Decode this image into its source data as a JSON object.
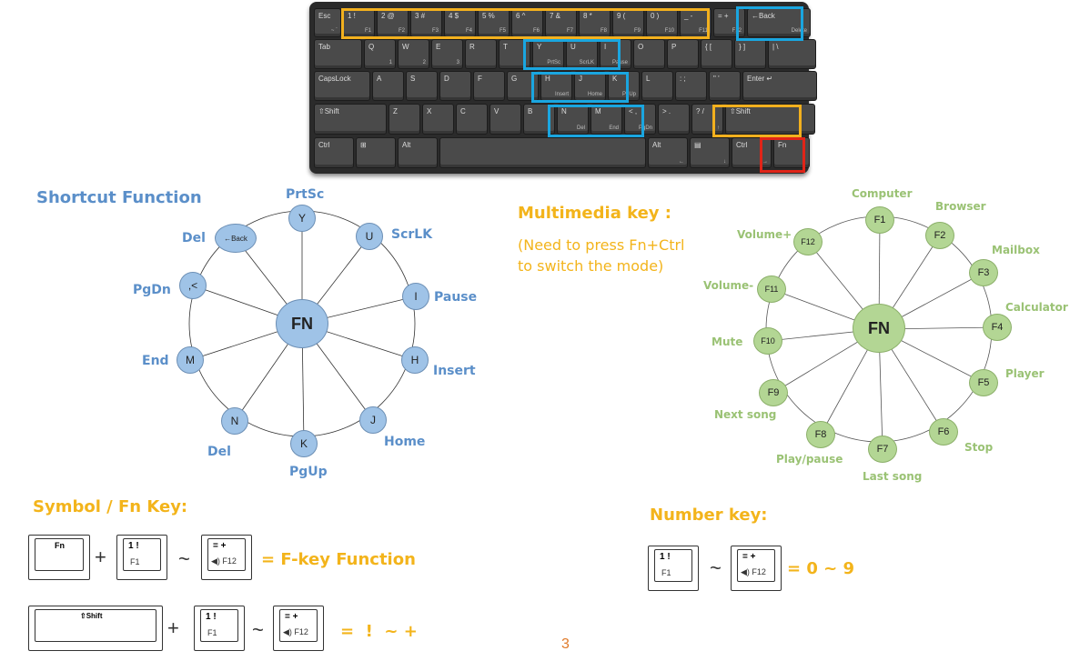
{
  "keyboard": {
    "row1": [
      {
        "top": "Esc",
        "bottom": "~ `"
      },
      {
        "top": "1 !",
        "bottom": "F1"
      },
      {
        "top": "2 @",
        "bottom": "F2"
      },
      {
        "top": "3 #",
        "bottom": "F3"
      },
      {
        "top": "4 $",
        "bottom": "F4"
      },
      {
        "top": "5 %",
        "bottom": "F5"
      },
      {
        "top": "6 ^",
        "bottom": "F6"
      },
      {
        "top": "7 &",
        "bottom": "F7"
      },
      {
        "top": "8 *",
        "bottom": "F8"
      },
      {
        "top": "9 (",
        "bottom": "F9"
      },
      {
        "top": "0 )",
        "bottom": "F10"
      },
      {
        "top": "_ -",
        "bottom": "F11"
      },
      {
        "top": "= +",
        "bottom": "F12"
      },
      {
        "top": "←Back",
        "bottom": "Delete"
      }
    ],
    "row2": [
      {
        "top": "Tab",
        "bottom": ""
      },
      {
        "top": "Q",
        "bottom": "1"
      },
      {
        "top": "W",
        "bottom": "2"
      },
      {
        "top": "E",
        "bottom": "3"
      },
      {
        "top": "R",
        "bottom": ""
      },
      {
        "top": "T",
        "bottom": ""
      },
      {
        "top": "Y",
        "bottom": "PrtSc"
      },
      {
        "top": "U",
        "bottom": "ScrLK"
      },
      {
        "top": "I",
        "bottom": "Pause"
      },
      {
        "top": "O",
        "bottom": ""
      },
      {
        "top": "P",
        "bottom": ""
      },
      {
        "top": "{ [",
        "bottom": ""
      },
      {
        "top": "} ]",
        "bottom": ""
      },
      {
        "top": "| \\",
        "bottom": ""
      }
    ],
    "row3": [
      {
        "top": "CapsLock",
        "bottom": ""
      },
      {
        "top": "A",
        "bottom": ""
      },
      {
        "top": "S",
        "bottom": ""
      },
      {
        "top": "D",
        "bottom": ""
      },
      {
        "top": "F",
        "bottom": ""
      },
      {
        "top": "G",
        "bottom": ""
      },
      {
        "top": "H",
        "bottom": "Insert"
      },
      {
        "top": "J",
        "bottom": "Home"
      },
      {
        "top": "K",
        "bottom": "PgUp"
      },
      {
        "top": "L",
        "bottom": ""
      },
      {
        "top": ": ;",
        "bottom": ""
      },
      {
        "top": "\" '",
        "bottom": ""
      },
      {
        "top": "Enter ↵",
        "bottom": ""
      }
    ],
    "row4": [
      {
        "top": "⇧Shift",
        "bottom": ""
      },
      {
        "top": "Z",
        "bottom": ""
      },
      {
        "top": "X",
        "bottom": ""
      },
      {
        "top": "C",
        "bottom": ""
      },
      {
        "top": "V",
        "bottom": ""
      },
      {
        "top": "B",
        "bottom": ""
      },
      {
        "top": "N",
        "bottom": "Del"
      },
      {
        "top": "M",
        "bottom": "End"
      },
      {
        "top": "< ,",
        "bottom": "PgDn"
      },
      {
        "top": "> .",
        "bottom": ""
      },
      {
        "top": "? /",
        "bottom": "↑"
      },
      {
        "top": "⇧Shift",
        "bottom": ""
      }
    ],
    "row5": [
      {
        "top": "Ctrl",
        "bottom": ""
      },
      {
        "top": "⊞",
        "bottom": ""
      },
      {
        "top": "Alt",
        "bottom": ""
      },
      {
        "top": "",
        "bottom": ""
      },
      {
        "top": "Alt",
        "bottom": "←"
      },
      {
        "top": "▤",
        "bottom": "↓"
      },
      {
        "top": "Ctrl",
        "bottom": "→"
      },
      {
        "top": "Fn",
        "bottom": ""
      }
    ]
  },
  "shortcut": {
    "title": "Shortcut Function",
    "center": "FN",
    "nodes": [
      "Y",
      "U",
      "I",
      "H",
      "J",
      "K",
      "N",
      "M",
      ",<",
      "←Back"
    ],
    "labels": [
      "PrtSc",
      "ScrLK",
      "Pause",
      "Insert",
      "Home",
      "PgUp",
      "Del",
      "End",
      "PgDn",
      "Del"
    ]
  },
  "multimedia": {
    "title": "Multimedia key :",
    "note_line1": "(Need to press Fn+Ctrl",
    "note_line2": "to switch the mode)",
    "center": "FN",
    "nodes": [
      "F1",
      "F2",
      "F3",
      "F4",
      "F5",
      "F6",
      "F7",
      "F8",
      "F9",
      "F10",
      "F11",
      "F12"
    ],
    "labels": [
      "Computer",
      "Browser",
      "Mailbox",
      "Calculator",
      "Player",
      "Stop",
      "Last song",
      "Play/pause",
      "Next song",
      "Mute",
      "Volume-",
      "Volume+"
    ]
  },
  "symbol": {
    "title": "Symbol / Fn Key:",
    "fn_key": "Fn",
    "shift_key": "⇧Shift",
    "key1_top": "1 !",
    "key1_bottom": "F1",
    "key12_top": "= +",
    "key12_bottom": "◀) F12",
    "plus": "+",
    "tilde": "~",
    "result1": "= F-key Function",
    "result2": "=  !  ~ +"
  },
  "number": {
    "title": "Number key:",
    "result": "= 0 ~ 9"
  },
  "page_number": "3",
  "colors": {
    "blue_label": "#5b8fc9",
    "orange": "#f3b41b",
    "green_label": "#9ac274",
    "highlight_blue": "#1aa6e0",
    "highlight_orange": "#f2b01e",
    "highlight_red": "#e02418"
  }
}
